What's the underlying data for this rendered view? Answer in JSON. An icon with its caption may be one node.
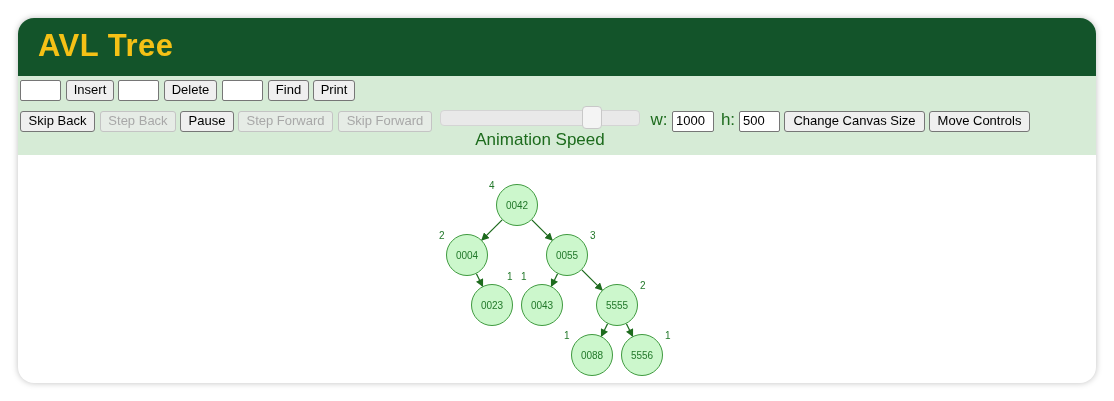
{
  "diagram": {
    "title": "AVL Tree",
    "nodes": [
      {
        "text": [
          "0042"
        ],
        "beside": [
          "4"
        ]
      },
      {
        "text": [
          "0004"
        ],
        "beside": [
          "2"
        ]
      },
      {
        "text": [
          "0055"
        ],
        "beside": [
          "3"
        ]
      },
      {
        "text": [
          "0023"
        ],
        "beside": [
          "1"
        ]
      },
      {
        "text": [
          "0043"
        ],
        "beside": [
          "1"
        ]
      },
      {
        "text": [
          "5555"
        ],
        "beside": [
          "2"
        ]
      },
      {
        "text": [
          "0088"
        ],
        "beside": [
          "1"
        ]
      },
      {
        "text": [
          "5556"
        ],
        "beside": [
          "1"
        ]
      }
    ],
    "edges": [
      {
        "from": 0,
        "to": 1,
        "arrow": "to"
      },
      {
        "from": 0,
        "to": 2,
        "arrow": "to"
      },
      {
        "from": 1,
        "to": 3,
        "arrow": "to"
      },
      {
        "from": 2,
        "to": 4,
        "arrow": "to"
      },
      {
        "from": 2,
        "to": 5,
        "arrow": "to"
      },
      {
        "from": 5,
        "to": 6,
        "arrow": "to"
      },
      {
        "from": 5,
        "to": 7,
        "arrow": "to"
      }
    ],
    "labels": [
      "Insert",
      "Delete",
      "Find",
      "Print",
      "Skip Back",
      "Step Back",
      "Pause",
      "Step Forward",
      "Skip Forward",
      "Animation Speed",
      "w:",
      "1000",
      "h:",
      "500",
      "Change Canvas Size",
      "Move Controls"
    ]
  }
}
